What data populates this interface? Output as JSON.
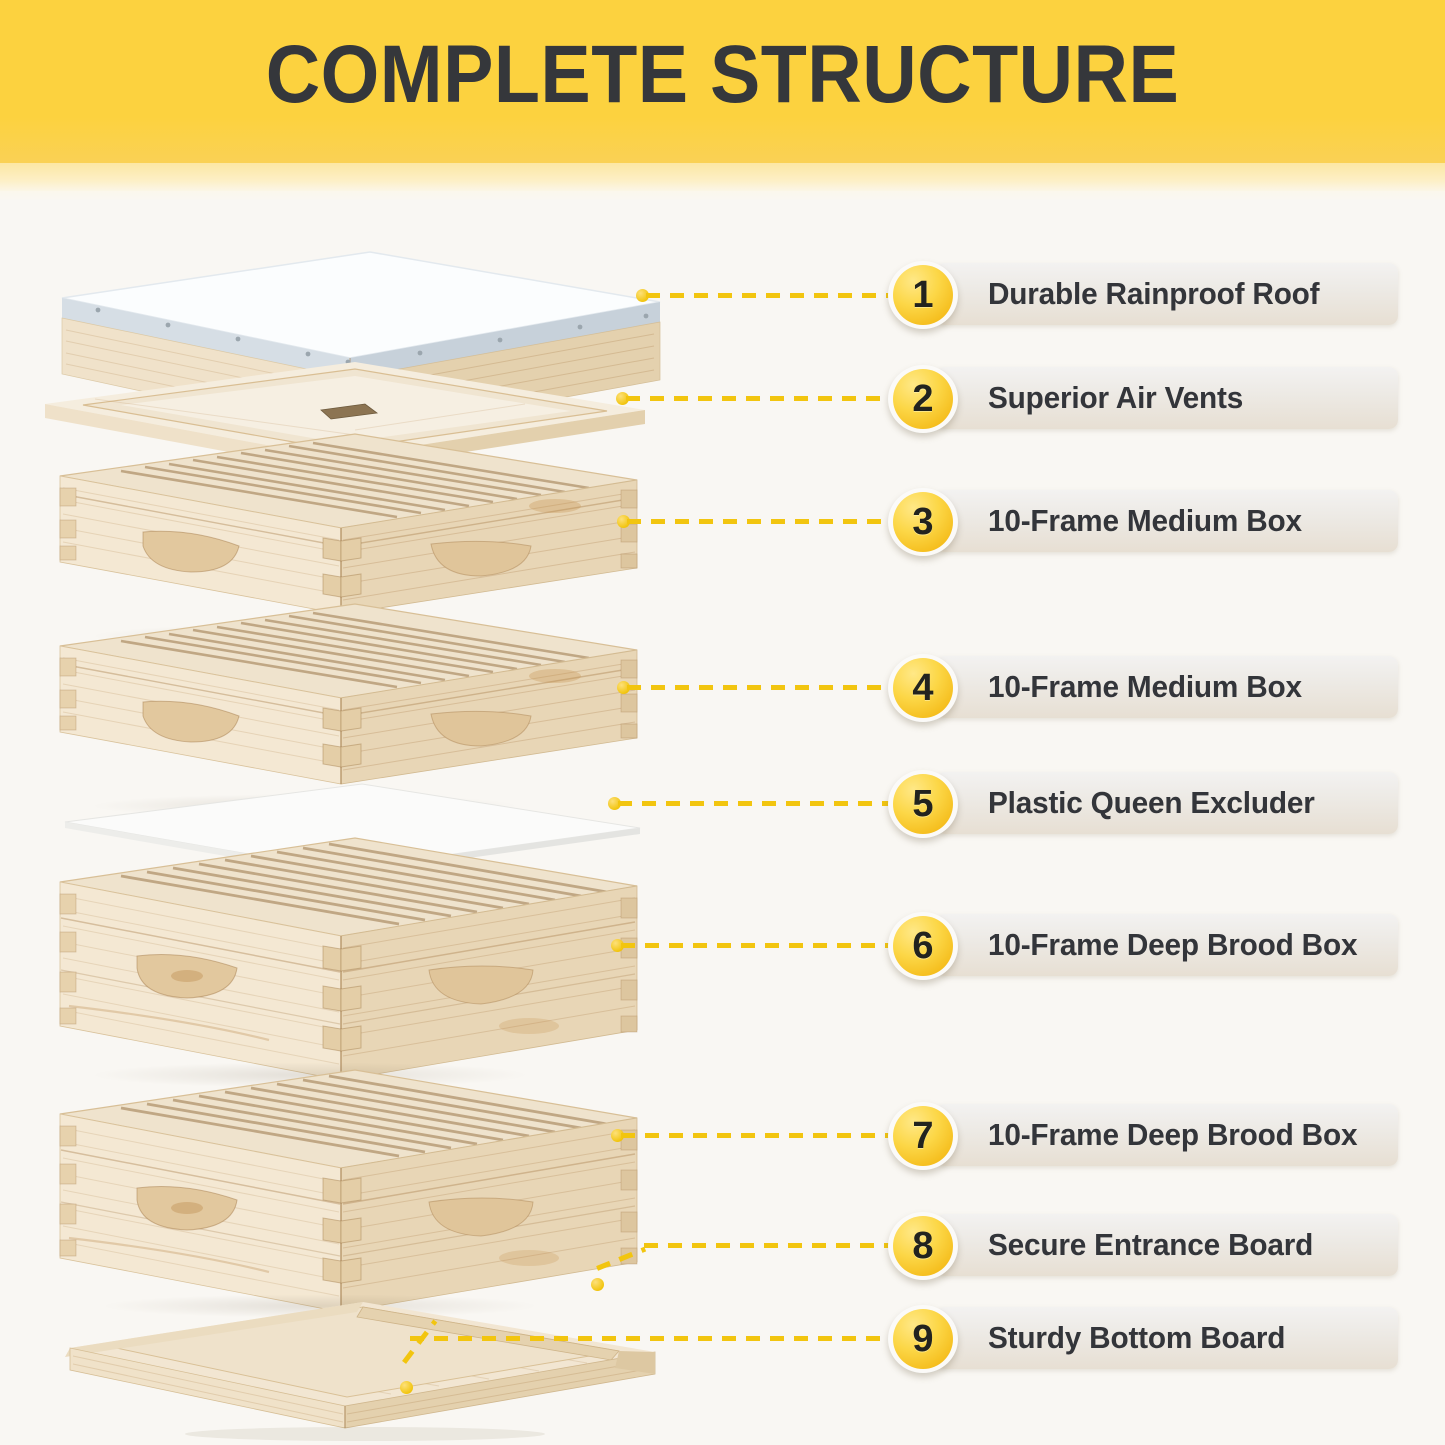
{
  "header": {
    "title": "COMPLETE STRUCTURE",
    "banner_color": "#FCD23F",
    "title_color": "#35373B"
  },
  "theme": {
    "background": "#F9F7F3",
    "accent_yellow": "#F2C50F",
    "badge_gold": "#FCD747",
    "pill_gradient_top": "#F3F2F1",
    "pill_gradient_bottom": "#E7DFD3",
    "text_dark": "#33353A",
    "wood_light": "#F7EEDE",
    "wood_mid": "#EFE0C6",
    "wood_shade": "#E3CDA8"
  },
  "callouts": [
    {
      "number": "1",
      "label": "Durable Rainproof Roof"
    },
    {
      "number": "2",
      "label": "Superior Air Vents"
    },
    {
      "number": "3",
      "label": "10-Frame Medium Box"
    },
    {
      "number": "4",
      "label": "10-Frame Medium Box"
    },
    {
      "number": "5",
      "label": "Plastic Queen Excluder"
    },
    {
      "number": "6",
      "label": "10-Frame Deep Brood Box"
    },
    {
      "number": "7",
      "label": "10-Frame Deep Brood Box"
    },
    {
      "number": "8",
      "label": "Secure Entrance Board"
    },
    {
      "number": "9",
      "label": "Sturdy Bottom Board"
    }
  ],
  "illustration": {
    "name": "exploded-beehive-stack",
    "parts": [
      {
        "id": "roof",
        "name": "telescoping-rainproof-roof",
        "material": "galvanized-metal-over-pine"
      },
      {
        "id": "inner-cover",
        "name": "inner-cover-with-air-vent-slot",
        "material": "pine"
      },
      {
        "id": "medium-box-1",
        "name": "10-frame-medium-super",
        "material": "pine"
      },
      {
        "id": "medium-box-2",
        "name": "10-frame-medium-super",
        "material": "pine"
      },
      {
        "id": "queen-excluder",
        "name": "plastic-queen-excluder",
        "material": "white-plastic"
      },
      {
        "id": "deep-box-1",
        "name": "10-frame-deep-brood-box",
        "material": "pine"
      },
      {
        "id": "deep-box-2",
        "name": "10-frame-deep-brood-box",
        "material": "pine"
      },
      {
        "id": "entrance-board",
        "name": "entrance-reducer-board",
        "material": "pine"
      },
      {
        "id": "bottom-board",
        "name": "screened-bottom-board",
        "material": "pine"
      }
    ]
  }
}
